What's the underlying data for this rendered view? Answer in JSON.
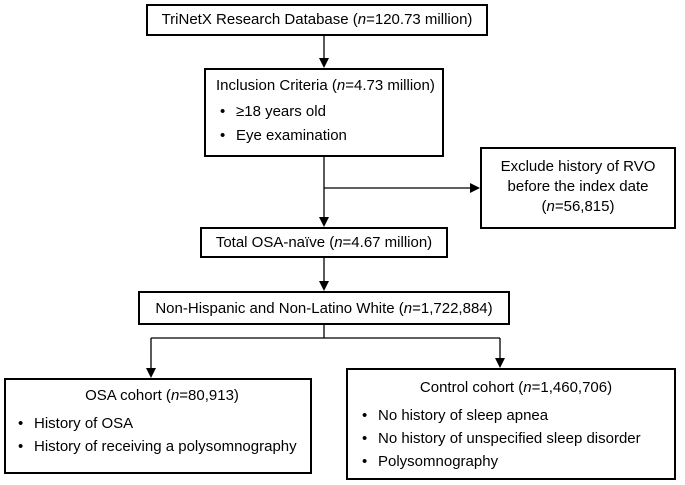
{
  "boxes": {
    "database": {
      "pre": "TriNetX Research Database (",
      "n": "n",
      "post": "=120.73 million)"
    },
    "inclusion": {
      "pre": "Inclusion Criteria (",
      "n": "n",
      "post": "=4.73 million)",
      "items": [
        "≥18 years old",
        "Eye examination"
      ]
    },
    "exclude": {
      "line1": "Exclude history of RVO",
      "line2": "before the index date",
      "pre": "(",
      "n": "n",
      "post": "=56,815)"
    },
    "total": {
      "pre": "Total OSA-naïve (",
      "n": "n",
      "post": "=4.67 million)"
    },
    "white": {
      "pre": "Non-Hispanic and Non-Latino White (",
      "n": "n",
      "post": "=1,722,884)"
    },
    "osa": {
      "pre": "OSA cohort (",
      "n": "n",
      "post": "=80,913)",
      "items": [
        "History of OSA",
        "History of receiving a polysomnography"
      ]
    },
    "control": {
      "pre": "Control cohort (",
      "n": "n",
      "post": "=1,460,706)",
      "items": [
        "No history of sleep apnea",
        "No history of unspecified sleep disorder",
        "Polysomnography"
      ]
    }
  },
  "bullet_glyph": "•"
}
